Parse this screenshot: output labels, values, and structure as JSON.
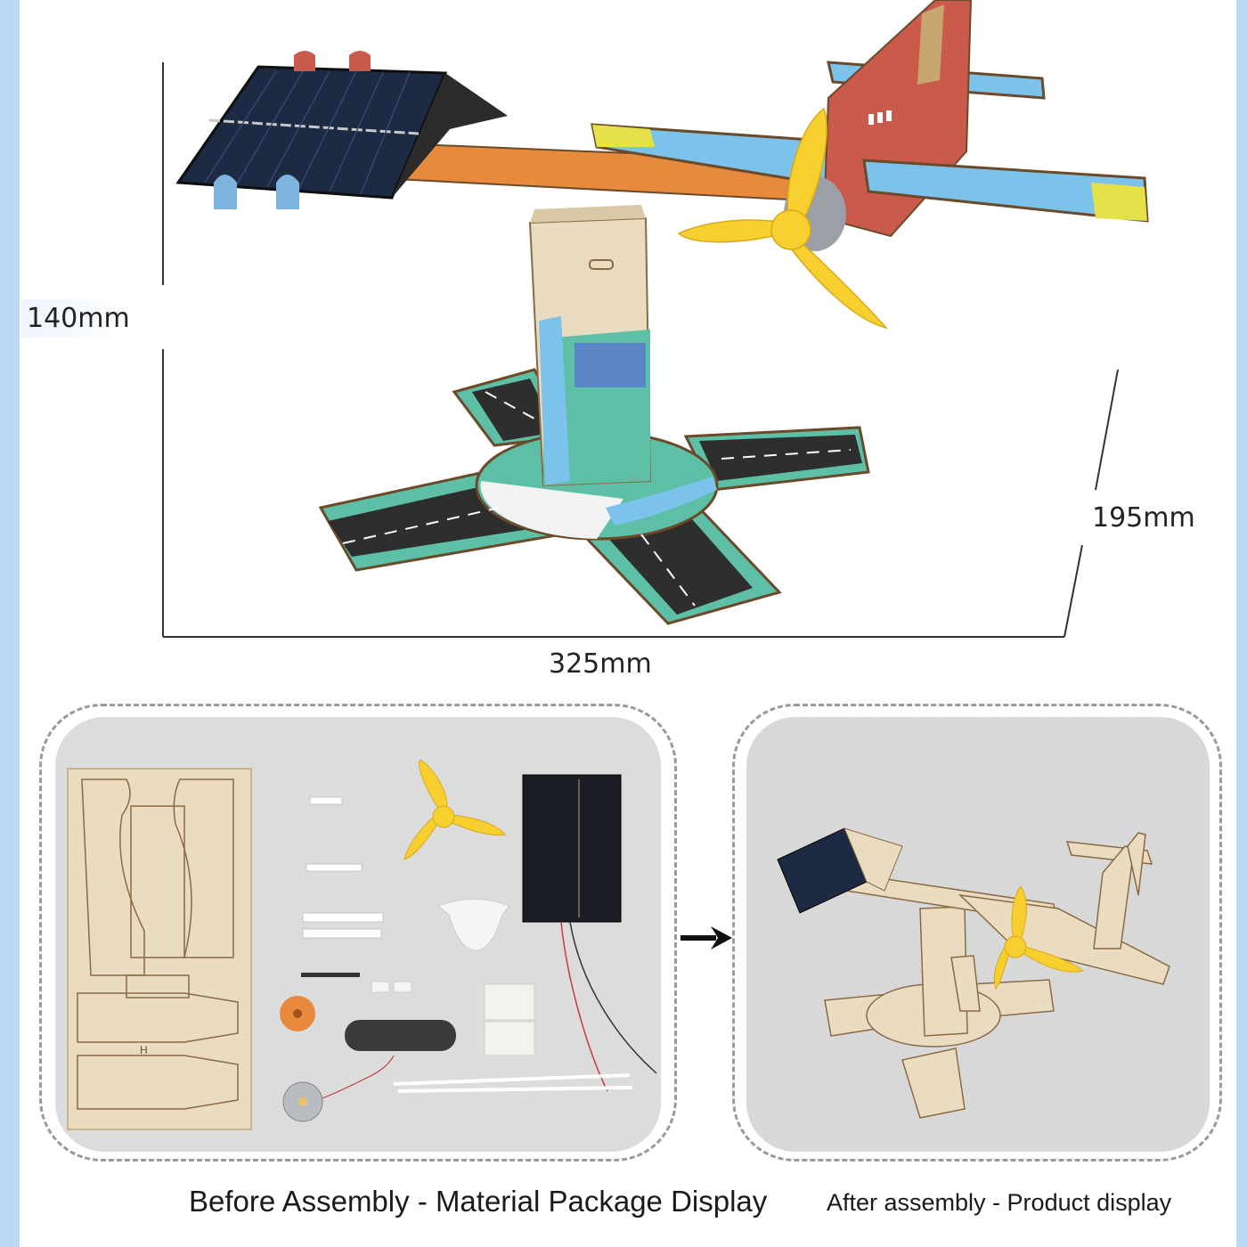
{
  "dimensions": {
    "height": "140mm",
    "depth": "195mm",
    "width": "325mm"
  },
  "panels": {
    "before": {
      "caption": "Before Assembly - Material Package Display",
      "items": [
        "laser-cut plywood sheet",
        "3-blade yellow propeller",
        "solar panel with leads",
        "motor mount bracket",
        "small plastic pins",
        "metal shaft",
        "gear",
        "sanding stick",
        "double-sided foam pads",
        "DC motor",
        "cable ties"
      ]
    },
    "after": {
      "caption": "After assembly - Product display"
    }
  },
  "colors": {
    "side_stripe": "#bcd8f4",
    "panel_bg": "#dcdcdc",
    "dash_border": "#9a9a9a",
    "wing_blue": "#7cc3ec",
    "wing_tip_yellow": "#e6e04a",
    "fuselage_red": "#c95a4c",
    "beam_orange": "#e88a3e",
    "propeller_yellow": "#f7cf2e",
    "road_green": "#5cbfa6",
    "road_asphalt": "#2e2e2e",
    "plywood": "#e9dcc0"
  }
}
